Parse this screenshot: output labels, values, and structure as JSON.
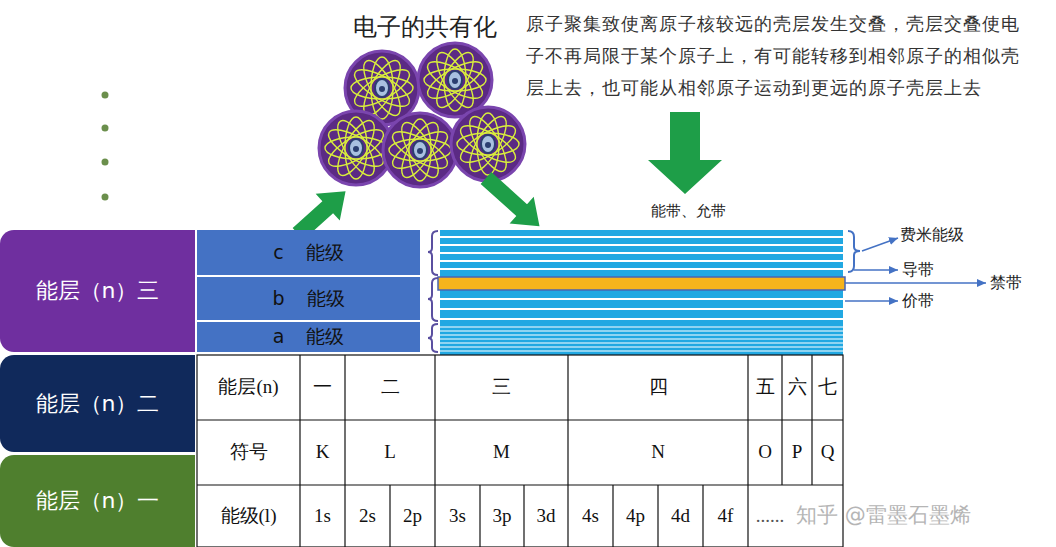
{
  "diagram": {
    "title": "电子的共有化",
    "nodes": [
      {
        "text": [
          "能层（n）三"
        ]
      },
      {
        "text": [
          "c",
          "能级"
        ]
      },
      {
        "text": [
          "b",
          "能级"
        ]
      },
      {
        "text": [
          "a",
          "能级"
        ]
      },
      {
        "text": [
          "能层（n）二"
        ]
      },
      {
        "text": [
          "能层（n）一"
        ]
      }
    ],
    "labels": [
      "原子聚集致使离原子核较远的壳层发生交叠，壳层交叠使电子不再局限于某个原子上，有可能转移到相邻原子的相似壳层上去，也可能从相邻原子运动到更远的原子壳层上去",
      "能带、允带",
      "费米能级",
      "导带",
      "禁带",
      "价带",
      "能层(n)",
      "一",
      "二",
      "三",
      "四",
      "五",
      "六",
      "七",
      "符号",
      "K",
      "L",
      "M",
      "N",
      "O",
      "P",
      "Q",
      "能级(l)",
      "1s",
      "2s",
      "2p",
      "3s",
      "3p",
      "3d",
      "4s",
      "4p",
      "4d",
      "4f",
      "......",
      "知乎 @雷墨石墨烯"
    ]
  }
}
